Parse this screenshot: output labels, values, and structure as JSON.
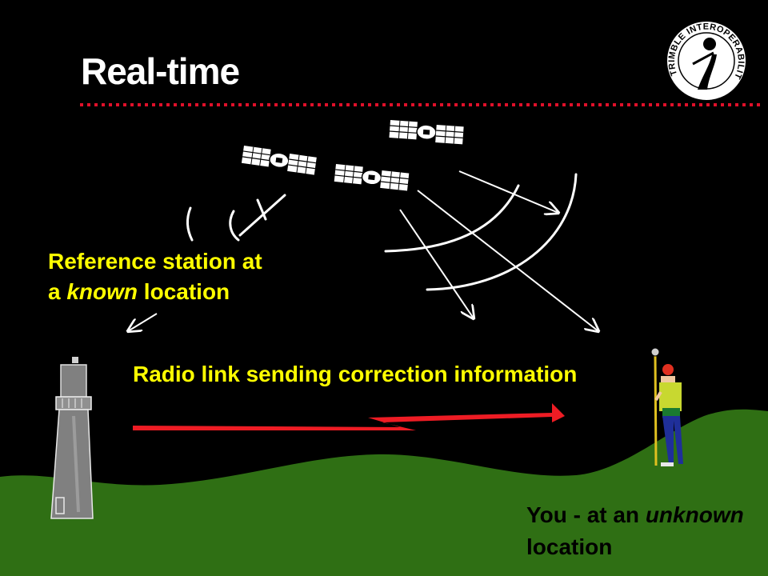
{
  "slide": {
    "title": "Real-time",
    "logo": {
      "ring_text": "TRIMBLE INTEROPERABILITY",
      "icon": "information-i-icon"
    },
    "reference_label": {
      "line1": "Reference station at",
      "line2_prefix": "a ",
      "line2_emph": "known",
      "line2_suffix": " location"
    },
    "radio_label": "Radio link sending correction information",
    "rover_label": {
      "line1_prefix": "You - at an ",
      "line1_emph": "unknown",
      "line2": "location"
    }
  },
  "colors": {
    "background": "#000000",
    "title": "#ffffff",
    "labels": "#ffff00",
    "divider": "#e0102a",
    "ground": "#2f6f14",
    "radio_link": "#ee1c24",
    "signals": "#ffffff",
    "tower": "#808080"
  },
  "icons": [
    "satellite-icon",
    "lighthouse-reference-station-icon",
    "surveyor-rover-icon",
    "radio-link-bolt-icon",
    "signal-arrow-icon"
  ]
}
